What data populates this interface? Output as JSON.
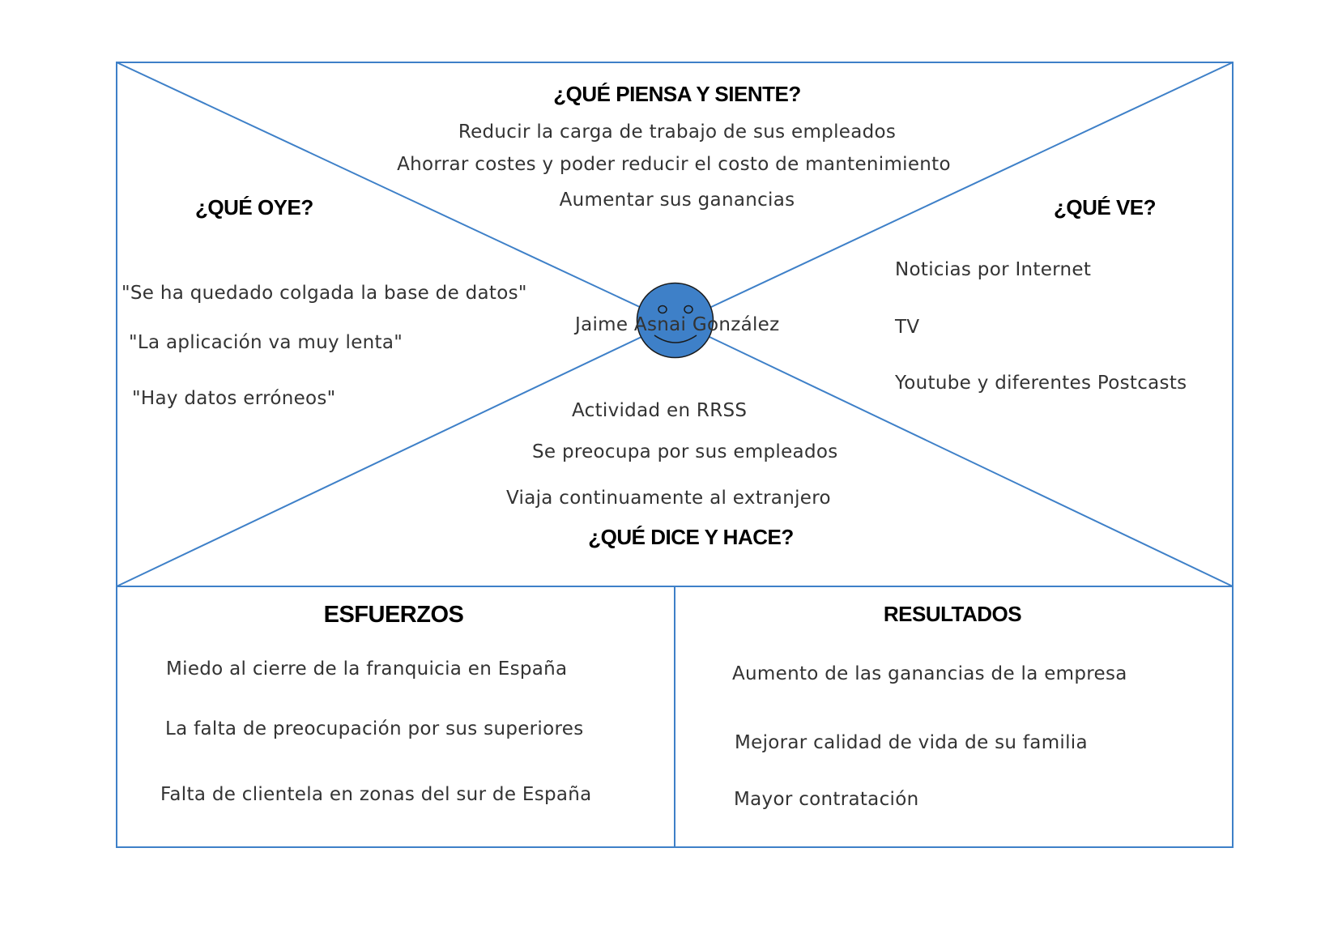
{
  "colors": {
    "line": "#3e80c8",
    "face_fill": "#3e80c8",
    "face_stroke": "#1a1a1a",
    "text": "#333333",
    "heading": "#000000"
  },
  "persona": {
    "name": "Jaime Asnai González",
    "icon": "smiley-face-icon"
  },
  "piensa_siente": {
    "title": "¿QUÉ PIENSA Y SIENTE?",
    "items": [
      "Reducir la carga de trabajo de sus empleados",
      "Ahorrar costes y poder reducir el costo de mantenimiento",
      "Aumentar sus ganancias"
    ]
  },
  "oye": {
    "title": "¿QUÉ OYE?",
    "items": [
      "\"Se ha quedado colgada la base de datos\"",
      "\"La aplicación va muy lenta\"",
      "\"Hay datos erróneos\""
    ]
  },
  "ve": {
    "title": "¿QUÉ VE?",
    "items": [
      "Noticias por Internet",
      "TV",
      "Youtube y diferentes Postcasts"
    ]
  },
  "dice_hace": {
    "title": "¿QUÉ DICE Y HACE?",
    "items": [
      "Actividad en RRSS",
      "Se preocupa por sus empleados",
      "Viaja continuamente al extranjero"
    ]
  },
  "esfuerzos": {
    "title": "ESFUERZOS",
    "items": [
      "Miedo al cierre de la franquicia en España",
      "La falta de preocupación por sus superiores",
      "Falta de clientela en zonas del sur de España"
    ]
  },
  "resultados": {
    "title": "RESULTADOS",
    "items": [
      "Aumento de las ganancias de la empresa",
      "Mejorar calidad de vida de su familia",
      "Mayor contratación"
    ]
  }
}
